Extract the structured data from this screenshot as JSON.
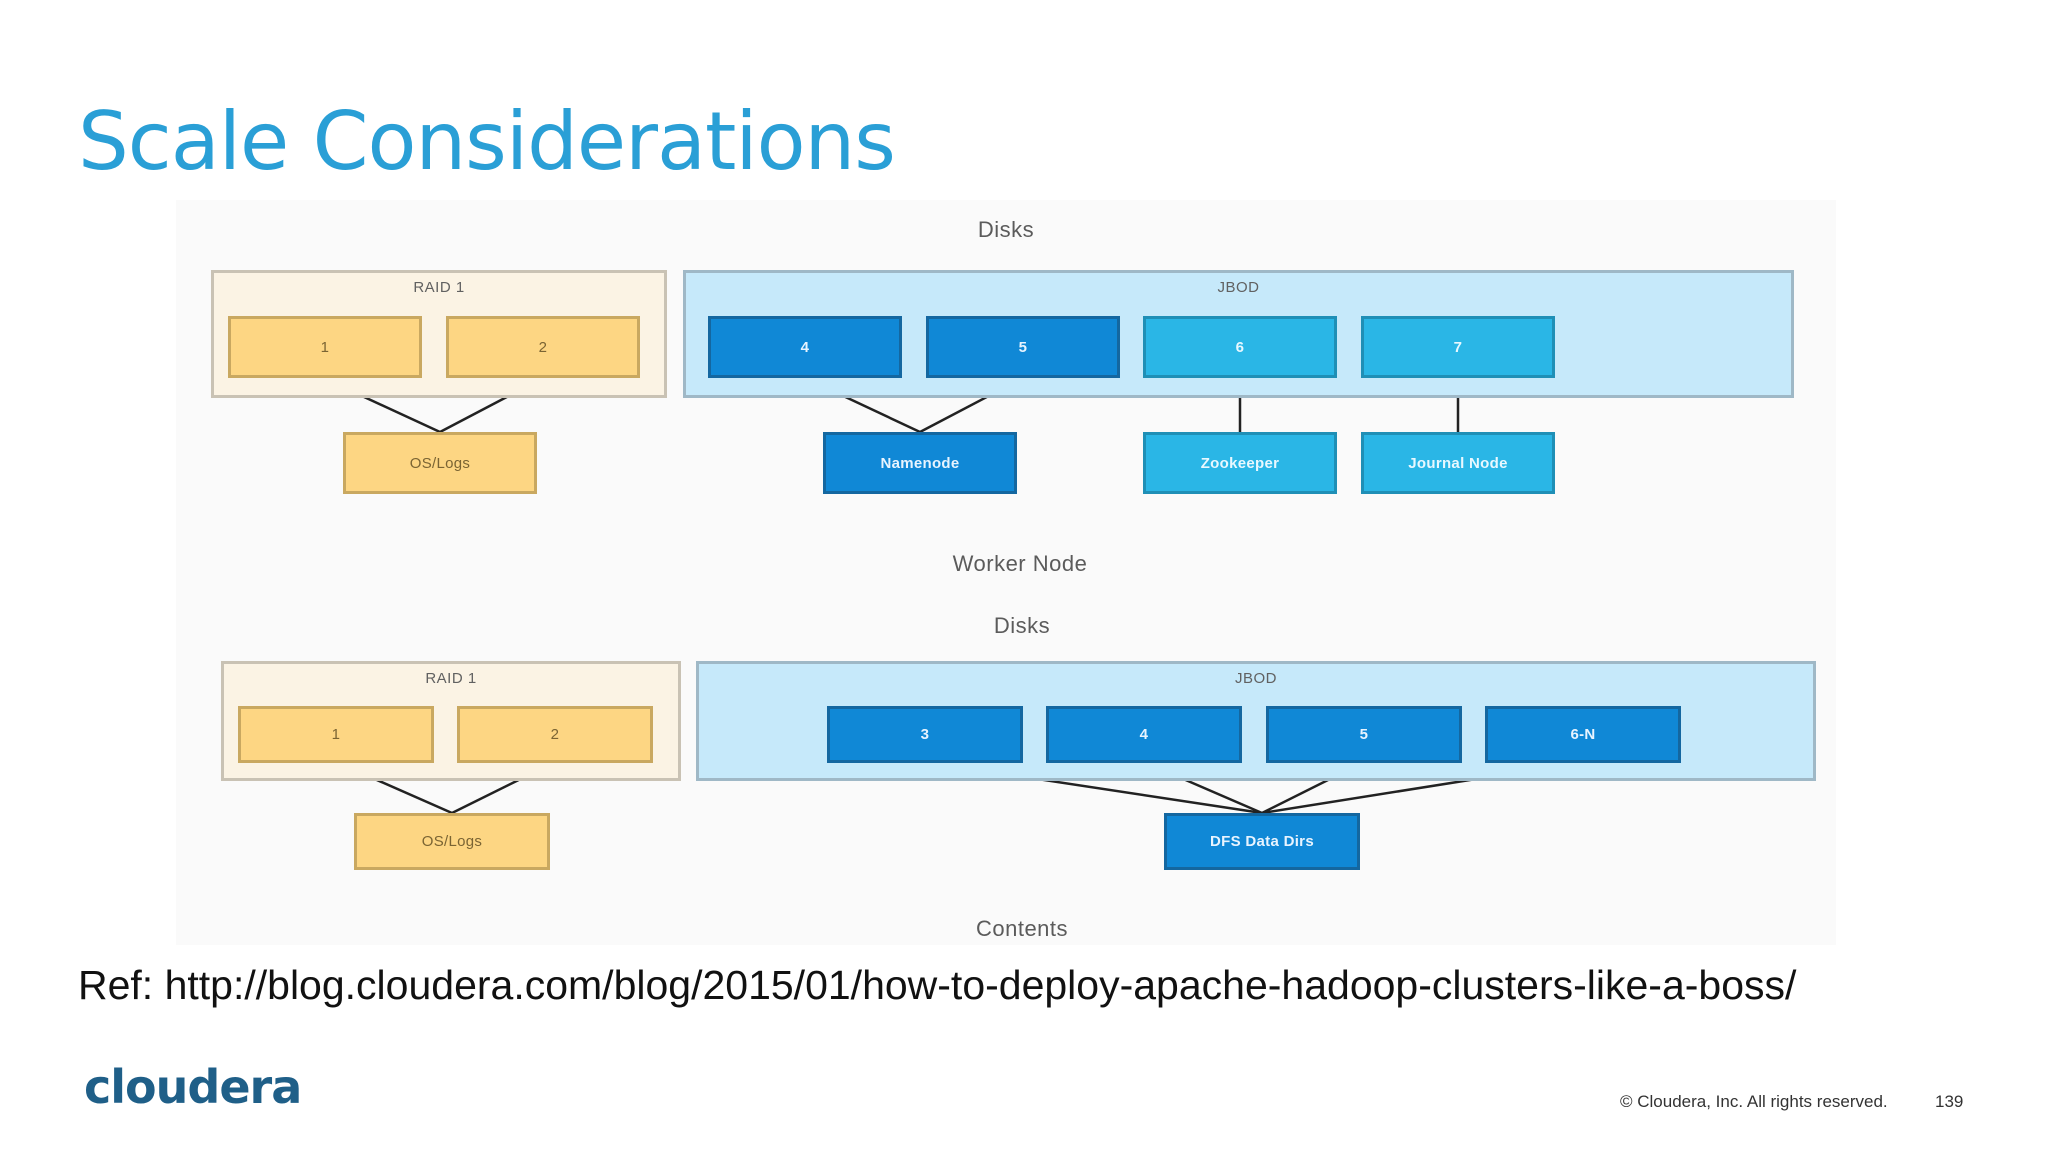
{
  "slide": {
    "title": "Scale Considerations",
    "ref": "Ref: http://blog.cloudera.com/blog/2015/01/how-to-deploy-apache-hadoop-clusters-like-a-boss/",
    "logo": "cloudera",
    "copyright": "© Cloudera, Inc. All rights reserved.",
    "page_number": "139"
  },
  "diagram": {
    "top": {
      "section_label": "Disks",
      "raid_label": "RAID 1",
      "jbod_label": "JBOD",
      "disks": [
        "1",
        "2",
        "4",
        "5",
        "6",
        "7"
      ],
      "contents": [
        "OS/Logs",
        "Namenode",
        "Zookeeper",
        "Journal Node"
      ],
      "caption": "Worker Node"
    },
    "bottom": {
      "section_label": "Disks",
      "raid_label": "RAID 1",
      "jbod_label": "JBOD",
      "disks": [
        "1",
        "2",
        "3",
        "4",
        "5",
        "6-N"
      ],
      "contents": [
        "OS/Logs",
        "DFS Data Dirs"
      ],
      "caption": "Contents"
    }
  },
  "colors": {
    "title": "#2a9fd6",
    "raid_fill": "#fbf3e4",
    "jbod_fill": "#c6e9fa",
    "disk_yellow": "#fdd683",
    "disk_dark_blue": "#1088d6",
    "disk_light_blue": "#2ab6e6",
    "logo": "#1f5f88"
  }
}
